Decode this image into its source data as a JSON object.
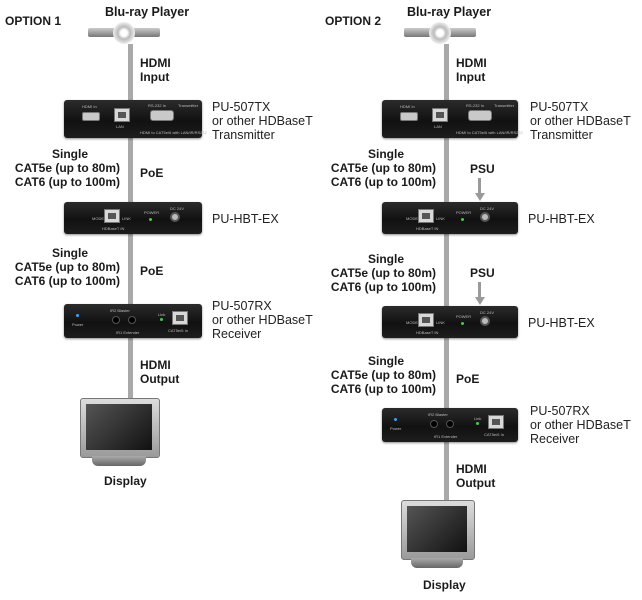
{
  "option1": {
    "title": "OPTION 1",
    "source": "Blu-ray Player",
    "hdmi_input": [
      "HDMI",
      "Input"
    ],
    "tx_label": [
      "PU-507TX",
      "or other HDBaseT",
      "Transmitter"
    ],
    "seg1": [
      "Single",
      "CAT5e (up to 80m)",
      "CAT6 (up to 100m)"
    ],
    "seg1_power": "PoE",
    "ex_label": "PU-HBT-EX",
    "seg2": [
      "Single",
      "CAT5e (up to 80m)",
      "CAT6 (up to 100m)"
    ],
    "seg2_power": "PoE",
    "rx_label": [
      "PU-507RX",
      "or other HDBaseT",
      "Receiver"
    ],
    "hdmi_output": [
      "HDMI",
      "Output"
    ],
    "sink": "Display"
  },
  "option2": {
    "title": "OPTION 2",
    "source": "Blu-ray Player",
    "hdmi_input": [
      "HDMI",
      "Input"
    ],
    "tx_label": [
      "PU-507TX",
      "or other HDBaseT",
      "Transmitter"
    ],
    "seg1": [
      "Single",
      "CAT5e (up to 80m)",
      "CAT6 (up to 100m)"
    ],
    "psu1": "PSU",
    "ex1_label": "PU-HBT-EX",
    "seg2": [
      "Single",
      "CAT5e (up to 80m)",
      "CAT6 (up to 100m)"
    ],
    "psu2": "PSU",
    "ex2_label": "PU-HBT-EX",
    "seg3": [
      "Single",
      "CAT5e (up to 80m)",
      "CAT6 (up to 100m)"
    ],
    "seg3_power": "PoE",
    "rx_label": [
      "PU-507RX",
      "or other HDBaseT",
      "Receiver"
    ],
    "hdmi_output": [
      "HDMI",
      "Output"
    ],
    "sink": "Display"
  },
  "device_text": {
    "tx_hdmi_in": "HDMI In",
    "tx_lan": "LAN",
    "tx_rs232": "RS-232 In",
    "tx_title": "Transmitter",
    "tx_caption": "HDMI to CAT5e/6 with LAN/IR/RS232",
    "ex_mode": "MODE",
    "ex_link": "LINK",
    "ex_power": "POWER",
    "ex_dc": "DC 24V",
    "ex_hdbaset": "HDBaseT IN",
    "rx_power": "Power",
    "rx_ir_blaster": "IR2 Blaster",
    "rx_ir_extender": "IR1 Extender",
    "rx_link": "Link",
    "rx_cat": "CAT5e/6 In"
  }
}
